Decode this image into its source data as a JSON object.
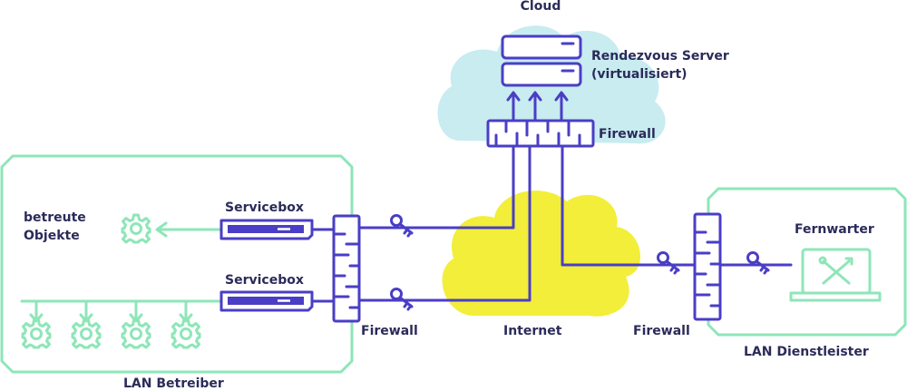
{
  "labels": {
    "cloud": "Cloud",
    "rendezvous_line1": "Rendezvous Server",
    "rendezvous_line2": "(virtualisiert)",
    "firewall_cloud": "Firewall",
    "betreute_line1": "betreute",
    "betreute_line2": "Objekte",
    "servicebox_top": "Servicebox",
    "servicebox_bottom": "Servicebox",
    "firewall_left": "Firewall",
    "internet": "Internet",
    "firewall_right": "Firewall",
    "fernwarter": "Fernwarter",
    "lan_dienstleister": "LAN Dienstleister",
    "lan_betreiber": "LAN Betreiber"
  },
  "colors": {
    "line_purple": "#4a3ec6",
    "green": "#8ee6b8",
    "cloud_blue": "#c8ecf0",
    "internet_yellow": "#f2ee3a",
    "text": "#2b2b5a"
  },
  "icons": [
    "server-icon",
    "firewall-icon",
    "key-icon",
    "gear-icon",
    "laptop-icon",
    "tools-icon",
    "arrow-icon"
  ]
}
